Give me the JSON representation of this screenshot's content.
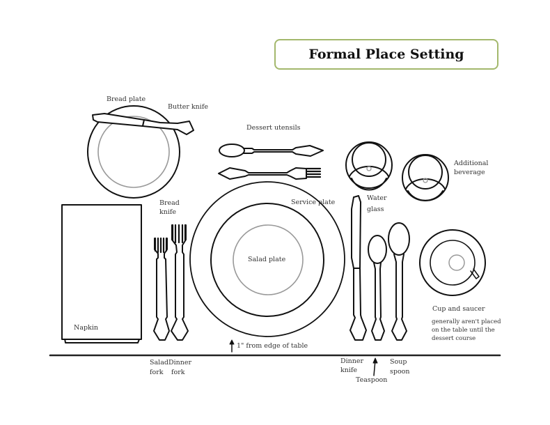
{
  "title": "Formal Place Setting",
  "colors": {
    "title_border": "#a3b86c",
    "outline": "#111111",
    "inner_ring": "#999999",
    "table_edge": "#222222"
  },
  "labels": {
    "bread_plate": "Bread plate",
    "butter_knife": "Butter knife",
    "dessert_utensils": "Dessert utensils",
    "additional_beverage_1": "Additional",
    "additional_beverage_2": "beverage",
    "water_glass_1": "Water",
    "water_glass_2": "glass",
    "bread_knife_1": "Bread",
    "bread_knife_2": "knife",
    "service_plate": "Service plate",
    "salad_plate": "Salad plate",
    "napkin": "Napkin",
    "cup_and_saucer": "Cup and saucer",
    "cup_note_1": "generally aren't placed",
    "cup_note_2": "on the table until the",
    "cup_note_3": "dessert course",
    "edge_note": "1\" from edge of table",
    "salad_fork_1": "Salad",
    "salad_fork_2": "fork",
    "dinner_fork_1": "Dinner",
    "dinner_fork_2": "fork",
    "dinner_knife_1": "Dinner",
    "dinner_knife_2": "knife",
    "teaspoon": "Teaspoon",
    "soup_spoon_1": "Soup",
    "soup_spoon_2": "spoon"
  },
  "icons": {
    "bread_plate": "bread-plate-icon",
    "butter_knife": "butter-knife-icon",
    "dessert_spoon": "dessert-spoon-icon",
    "dessert_fork": "dessert-fork-icon",
    "water_glass": "water-glass-icon",
    "beverage_glass": "beverage-glass-icon",
    "napkin": "napkin-icon",
    "salad_fork": "salad-fork-icon",
    "dinner_fork": "dinner-fork-icon",
    "service_plate": "service-plate-icon",
    "salad_plate": "salad-plate-icon",
    "dinner_knife": "dinner-knife-icon",
    "teaspoon": "teaspoon-icon",
    "soup_spoon": "soup-spoon-icon",
    "cup_saucer": "cup-saucer-icon"
  }
}
